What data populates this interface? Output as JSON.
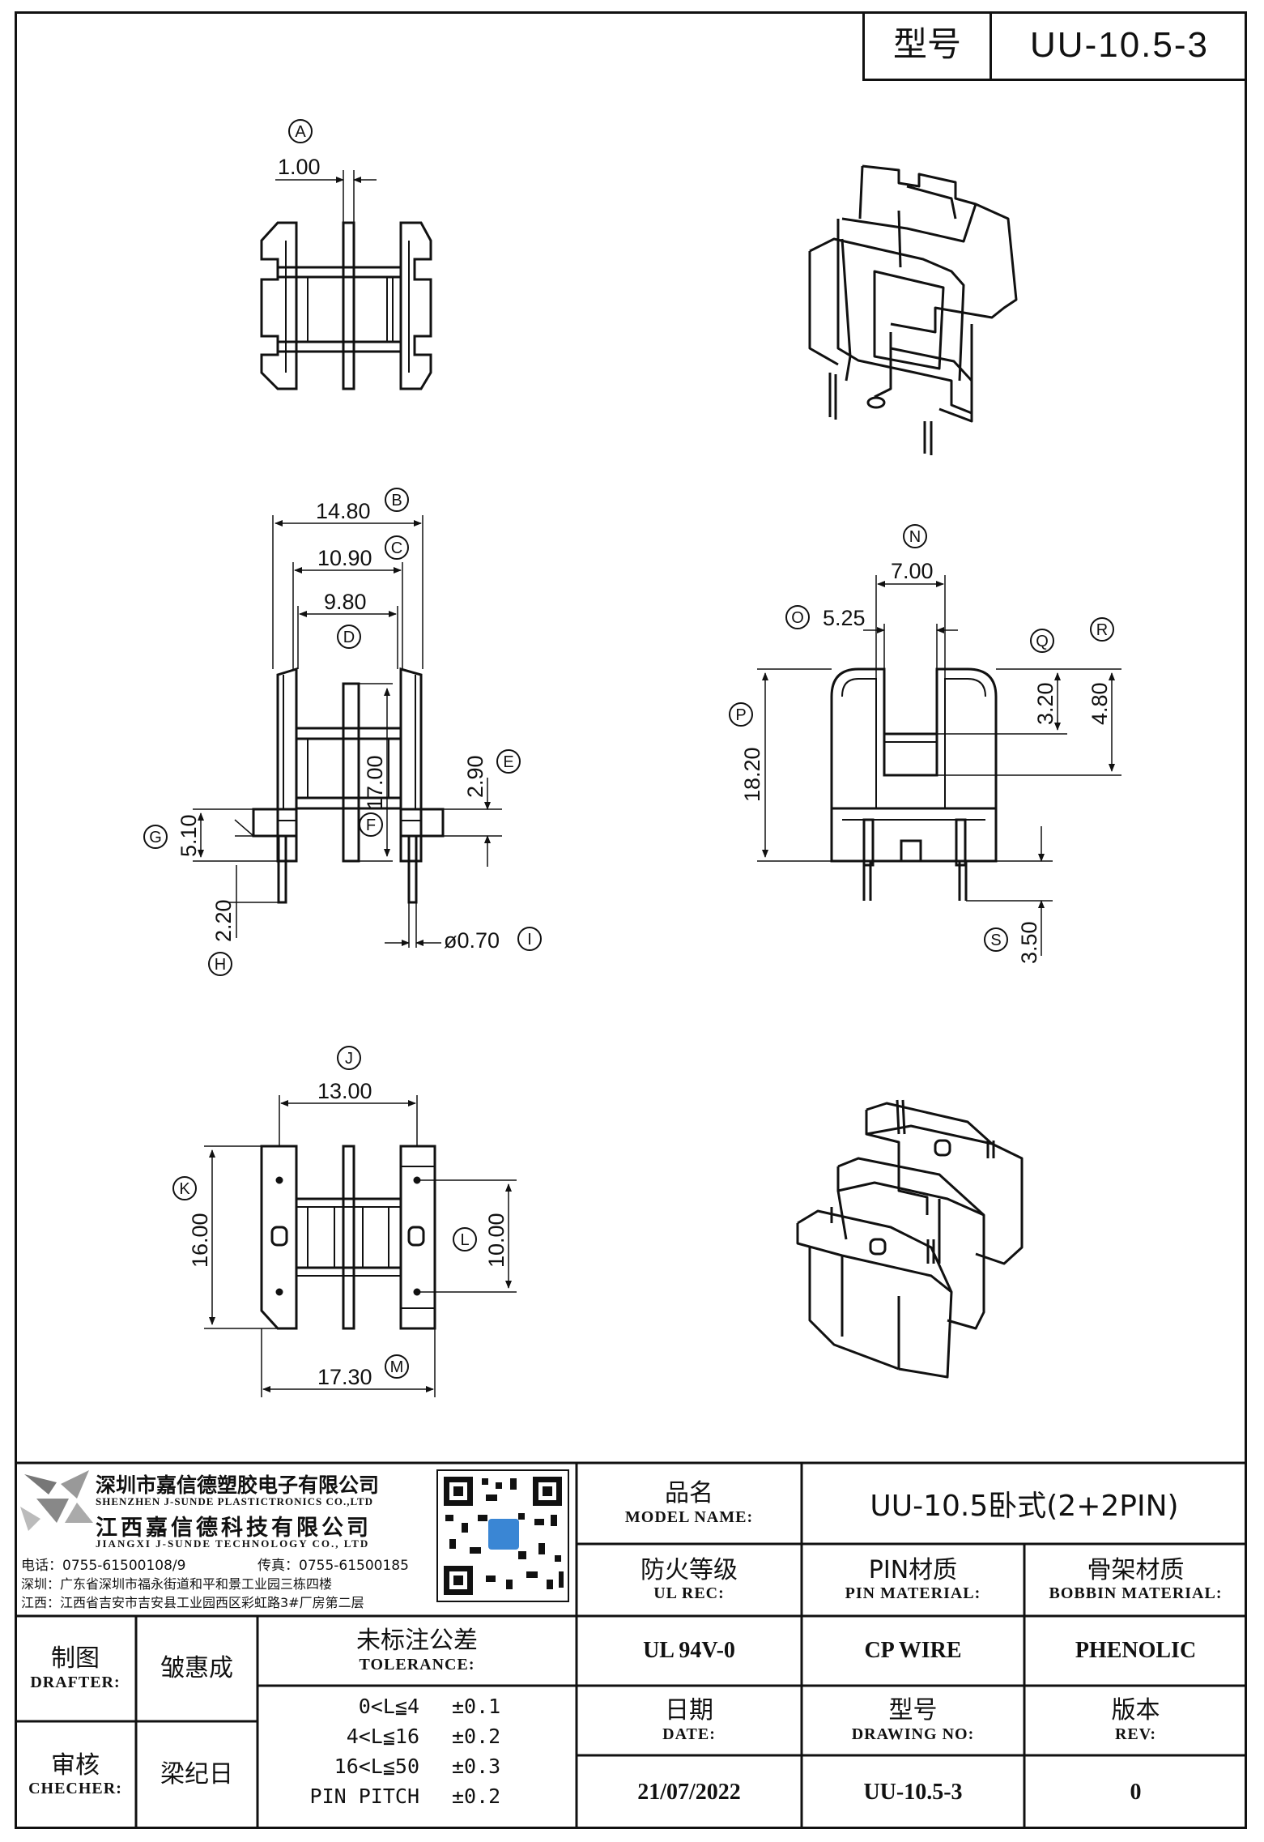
{
  "header": {
    "model_label": "型号",
    "model_value": "UU-10.5-3"
  },
  "dimensions": {
    "A": "1.00",
    "B": "14.80",
    "C": "10.90",
    "D": "9.80",
    "E": "2.90",
    "F": "17.00",
    "G": "5.10",
    "H": "2.20",
    "I": "ø0.70",
    "J": "13.00",
    "K": "16.00",
    "L": "10.00",
    "M": "17.30",
    "N": "7.00",
    "O": "5.25",
    "P": "18.20",
    "Q": "3.20",
    "R": "4.80",
    "S": "3.50"
  },
  "callouts": [
    "A",
    "B",
    "C",
    "D",
    "E",
    "F",
    "G",
    "H",
    "I",
    "J",
    "K",
    "L",
    "M",
    "N",
    "O",
    "P",
    "Q",
    "R",
    "S"
  ],
  "company": {
    "name_cn": "深圳市嘉信德塑胶电子有限公司",
    "name_en": "SHENZHEN J-SUNDE PLASTICTRONICS CO.,LTD",
    "name2_cn": "江西嘉信德科技有限公司",
    "name2_en": "JIANGXI J-SUNDE TECHNOLOGY CO., LTD",
    "phone": "电话：0755-61500108/9",
    "fax": "传真：0755-61500185",
    "addr_sz": "深圳：广东省深圳市福永街道和平和景工业园三栋四楼",
    "addr_jx": "江西：江西省吉安市吉安县工业园西区彩虹路3#厂房第二层"
  },
  "title_block": {
    "model_name_cn": "品名",
    "model_name_en": "MODEL NAME:",
    "model_name_value": "UU-10.5卧式(2+2PIN)",
    "ul_cn": "防火等级",
    "ul_en": "UL REC:",
    "ul_value": "UL 94V-0",
    "pin_cn": "PIN材质",
    "pin_en": "PIN MATERIAL:",
    "pin_value": "CP WIRE",
    "bobbin_cn": "骨架材质",
    "bobbin_en": "BOBBIN MATERIAL:",
    "bobbin_value": "PHENOLIC",
    "drafter_cn": "制图",
    "drafter_en": "DRAFTER:",
    "drafter_name": "皱惠成",
    "checker_cn": "审核",
    "checker_en": "CHECHER:",
    "checker_name": "梁纪日",
    "tol_cn": "未标注公差",
    "tol_en": "TOLERANCE:",
    "tol_rows": [
      {
        "range": "0<L≦4",
        "value": "±0.1"
      },
      {
        "range": "4<L≦16",
        "value": "±0.2"
      },
      {
        "range": "16<L≦50",
        "value": "±0.3"
      },
      {
        "range": "PIN PITCH",
        "value": "±0.2"
      }
    ],
    "date_cn": "日期",
    "date_en": "DATE:",
    "date_value": "21/07/2022",
    "dwg_cn": "型号",
    "dwg_en": "DRAWING NO:",
    "dwg_value": "UU-10.5-3",
    "rev_cn": "版本",
    "rev_en": "REV:",
    "rev_value": "0"
  }
}
